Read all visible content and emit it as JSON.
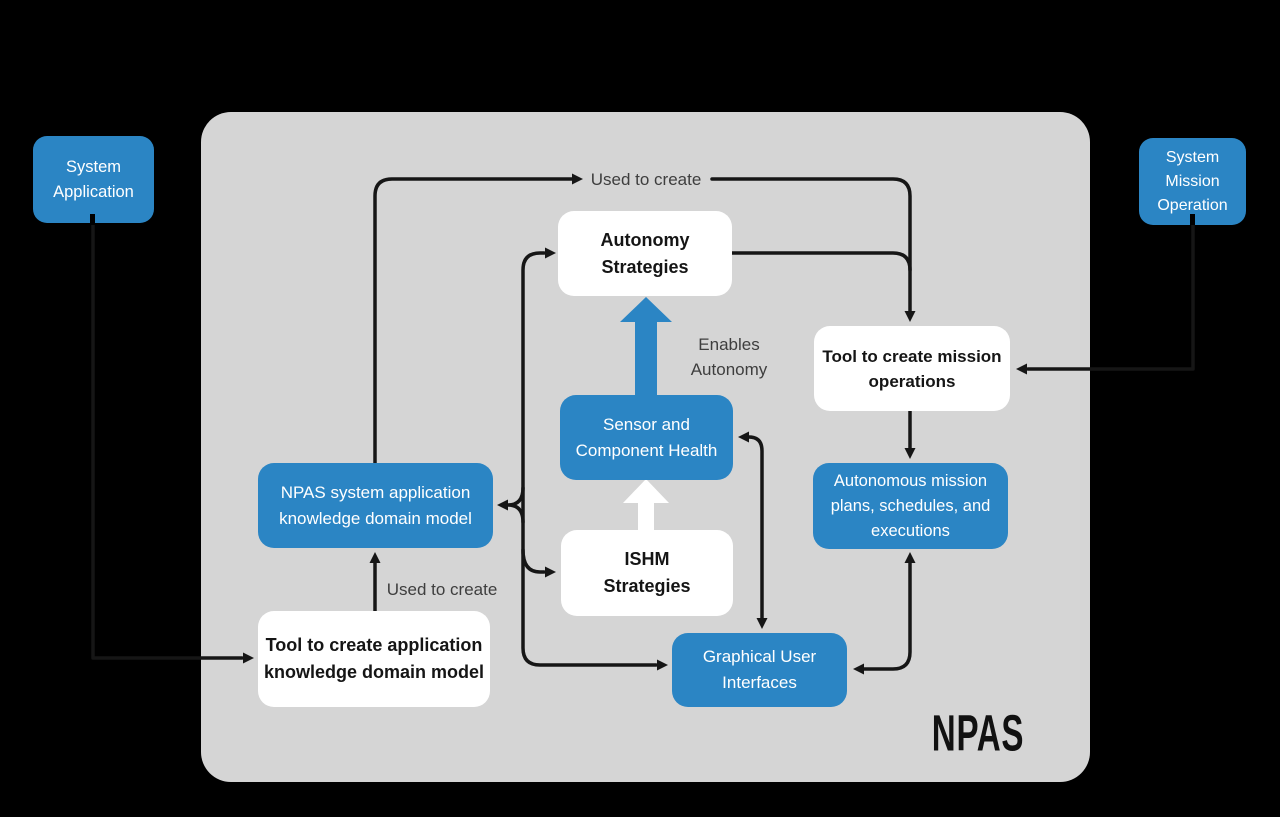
{
  "colors": {
    "background": "#000000",
    "panel": "#d5d5d5",
    "accent_blue": "#2b85c4",
    "line": "#161616",
    "label_text": "#3e3e3e"
  },
  "nodes": {
    "system_application": {
      "lines": [
        "System",
        "Application"
      ]
    },
    "system_mission_operation": {
      "lines": [
        "System",
        "Mission",
        "Operation"
      ]
    },
    "autonomy_strategies": {
      "lines": [
        "Autonomy",
        "Strategies"
      ]
    },
    "tool_mission_ops": {
      "lines": [
        "Tool to create mission",
        "operations"
      ]
    },
    "sensor_component_health": {
      "lines": [
        "Sensor and",
        "Component Health"
      ]
    },
    "npas_model": {
      "lines": [
        "NPAS system application",
        "knowledge domain model"
      ]
    },
    "ishm_strategies": {
      "lines": [
        "ISHM",
        "Strategies"
      ]
    },
    "autonomous_mission": {
      "lines": [
        "Autonomous mission",
        "plans, schedules, and",
        "executions"
      ]
    },
    "tool_app_model": {
      "lines": [
        "Tool to create application",
        "knowledge domain model"
      ]
    },
    "gui": {
      "lines": [
        "Graphical User",
        "Interfaces"
      ]
    }
  },
  "labels": {
    "used_to_create_top": "Used to create",
    "used_to_create_bottom": "Used to create",
    "enables_autonomy": {
      "lines": [
        "Enables",
        "Autonomy"
      ]
    },
    "watermark": "NPAS"
  }
}
